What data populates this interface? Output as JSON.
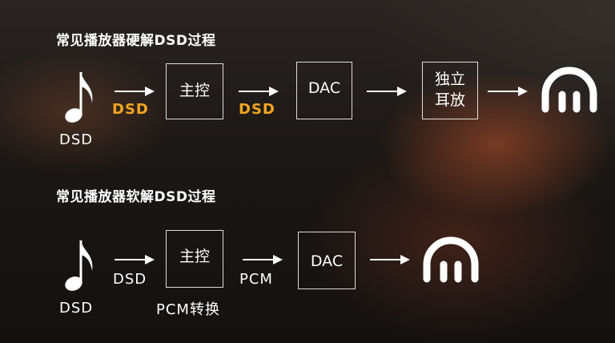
{
  "hardware": {
    "title": "常见播放器硬解DSD过程",
    "source_label": "DSD",
    "label_dsd_1": "DSD",
    "box_controller": "主控",
    "label_dsd_2": "DSD",
    "box_dac": "DAC",
    "box_amp_line1": "独立",
    "box_amp_line2": "耳放"
  },
  "software": {
    "title": "常见播放器软解DSD过程",
    "source_label": "DSD",
    "label_dsd": "DSD",
    "box_controller": "主控",
    "conversion_label": "PCM转换",
    "label_pcm": "PCM",
    "box_dac": "DAC"
  },
  "colors": {
    "highlight": "#f3a521",
    "line": "#ffffff"
  },
  "icons": {
    "source": "music-note-icon",
    "output": "headphones-icon"
  }
}
